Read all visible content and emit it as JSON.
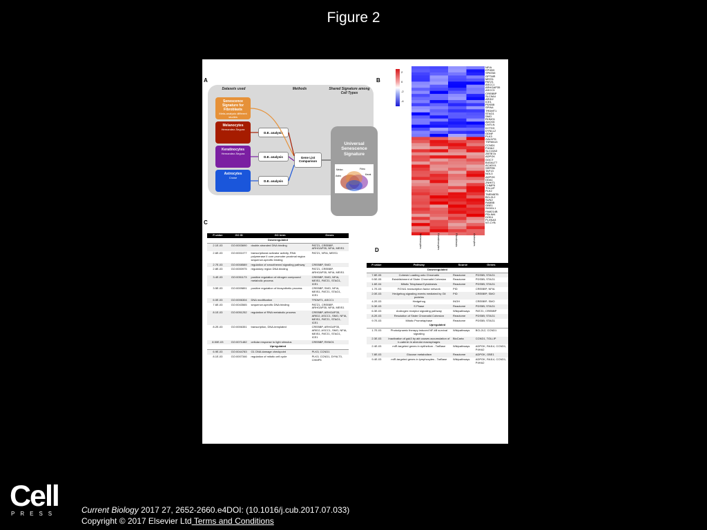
{
  "slide": {
    "title": "Figure 2",
    "citation_journal": "Current Biology",
    "citation_rest": " 2017 27, 2652-2660.e4DOI: (10.1016/j.cub.2017.07.033)",
    "copyright": "Copyright © 2017 Elsevier Ltd",
    "terms_link": " Terms and Conditions",
    "logo_text": "Cell",
    "logo_sub": "PRESS"
  },
  "panels": {
    "a": "A",
    "b": "B",
    "c": "C",
    "d": "D"
  },
  "panel_a": {
    "col_datasets": "Datasets used",
    "col_methods": "Methods",
    "col_shared": "Shared Signature among Cell Types",
    "senescence_title": "Senescence Signature for Fibroblasts",
    "senescence_sub": "Meta-analysis different studies",
    "melanocytes_title": "Melanocytes",
    "melanocytes_sub": "Hernandez-Segura",
    "keratinocytes_title": "Keratinocytes",
    "keratinocytes_sub": "Hernandez-Segura",
    "astrocytes_title": "Astrocytes",
    "astrocytes_sub": "Crowe",
    "de_analysis": "D.E. analysis",
    "gene_list": "Gene List Comparison",
    "universal": "Universal Senescence Signature",
    "venn_labels": [
      "Melan",
      "Fibro",
      "Kerat",
      "Astro"
    ],
    "colors": {
      "senescence": "#e69138",
      "melanocytes": "#a61c00",
      "keratinocytes": "#7b1fa2",
      "astrocytes": "#1a56db"
    }
  },
  "panel_b": {
    "scale_ticks": [
      "2",
      "0",
      "-2",
      "-4"
    ],
    "columns": [
      "Melanocytes",
      "Keratinocytes",
      "Fibroblasts",
      "Astrocytes"
    ],
    "genes": [
      "NFIA",
      "EPHB3",
      "SPATA6",
      "GPTMR",
      "MEIS1",
      "PATZ1",
      "ASCC1",
      "ARHGAP35",
      "ASCC3",
      "CREBBP",
      "SLC9A4",
      "ARID2",
      "ICE1",
      "PDS5B",
      "SPIN4",
      "TRDMT1",
      "STAG1",
      "SMO",
      "RHNO1",
      "ADCK5",
      "CNTLN",
      "KCTD3",
      "DYNLL2",
      "GDNF",
      "PLK3",
      "GALNT6",
      "TSPAN13",
      "CCND1",
      "P4HA2",
      "SLC10A3",
      "ZBTB7A",
      "ADPGK",
      "GGCT",
      "B4GALT7",
      "ACADVL",
      "SRPRB",
      "TAF13",
      "NOL3",
      "ADPGK",
      "DDA1",
      "ZNHIT1",
      "CHMP5",
      "TOLLIP",
      "PLK2",
      "TMEM87B",
      "BCL2L2",
      "SUN2",
      "RAB5B",
      "GBE1",
      "SH3GL1",
      "FAM214B",
      "PDLIM4",
      "DOK4",
      "PLXNA3",
      "NT-CYB"
    ]
  },
  "table_c": {
    "headers": [
      "P-value",
      "GO ID",
      "GO term",
      "Genes"
    ],
    "section_down": "Downregulated",
    "section_up": "Upregulated",
    "down": [
      [
        "2.1E-03",
        "GO:0003690",
        "double-stranded DNA binding",
        "PATZ1, CREBBP, ARHGAP35, NFIA, MEIS1"
      ],
      [
        "2.6E-03",
        "GO:0001077",
        "transcriptional activator activity, RNA polymerase II core promoter proximal region sequence-specific binding",
        "PATZ1, NFIA, MEIS1"
      ],
      [
        "2.7E-03",
        "GO:0008589",
        "regulation of smoothened signaling pathway",
        "CREBBP, SMO"
      ],
      [
        "2.8E-03",
        "GO:0000975",
        "regulatory region DNA binding",
        "PATZ1, CREBBP, ARHGAP35, NFIA, MEIS1"
      ],
      [
        "3.4E-03",
        "GO:0051173",
        "positive regulation of nitrogen compound metabolic process",
        "CREBBP, SMO, NFIA, MEIS1, PATZ1, STAG1, ICE1"
      ],
      [
        "3.5E-03",
        "GO:0009891",
        "positive regulation of biosynthetic process",
        "CREBBP, SMO, NFIA, MEIS1, PATZ1, STAG1, ICE1"
      ],
      [
        "6.0E-03",
        "GO:0006304",
        "DNA modification",
        "TRDMT1, ASCC1"
      ],
      [
        "7.6E-03",
        "GO:0043565",
        "sequence-specific DNA binding",
        "PATZ1, CREBBP, ARHGAP35, NFIA, MEIS1"
      ],
      [
        "8.1E-03",
        "GO:0051252",
        "regulation of RNA metabolic process",
        "CREBBP, ARHGAP35, ARID2, ASCC1, SMO, NFIA, MEIS1, PATZ1, STAG1, ICE1"
      ],
      [
        "8.2E-03",
        "GO:0006351",
        "transcription, DNA-templated",
        "CREBBP, ARHGAP35, ARID2, ASCC1, SMO, NFIA, MEIS1, PATZ1, STAG1, ICE1"
      ],
      [
        "8.50E-03",
        "GO:0071482",
        "cellular response to light stimulus",
        "CREBBP, RHNO1"
      ]
    ],
    "up": [
      [
        "6.9E-03",
        "GO:0044783",
        "G1 DNA damage checkpoint",
        "PLK3, CCND1"
      ],
      [
        "8.1E-03",
        "GO:0007346",
        "regulation of mitotic cell cycle",
        "PLK3, CCND1, DYNLT3, CHMP5"
      ]
    ]
  },
  "table_d": {
    "headers": [
      "P-value",
      "Pathway",
      "Source",
      "Genes"
    ],
    "section_down": "Downregulated",
    "section_up": "Upregulated",
    "down": [
      [
        "7.8E-05",
        "Cohesin Loading onto Chromatin",
        "Reactome",
        "PDS5B; STAG1"
      ],
      [
        "9.5E-05",
        "Establishment of Sister Chromatid Cohesion",
        "Reactome",
        "PDS5B; STAG1"
      ],
      [
        "1.6E-04",
        "Mitotic Telophase/Cytokinesis",
        "Reactome",
        "PDS5B; STAG1"
      ],
      [
        "1.7E-03",
        "FOXA1 transcription factor network",
        "PID",
        "CREBBP; NFIA"
      ],
      [
        "2.0E-03",
        "Hedgehog signaling events mediated by Gli proteins",
        "PID",
        "CREBBP; SMO"
      ],
      [
        "4.2E-03",
        "Hedgehog",
        "INOH",
        "CREBBP; SMO"
      ],
      [
        "5.3E-03",
        "S Phase",
        "Reactome",
        "PDS5B; STAG1"
      ],
      [
        "6.3E-03",
        "Androgen receptor signaling pathway",
        "Wikipathways",
        "PATZ1; CREBBP"
      ],
      [
        "8.2E-03",
        "Resolution of Sister Chromatid Cohesion",
        "Reactome",
        "PDS5B; STAG1"
      ],
      [
        "9.7E-03",
        "Mitotic Prometaphase",
        "Reactome",
        "PDS5B; STAG1"
      ]
    ],
    "up": [
      [
        "1.7E-03",
        "Photodynamic therapy-induced NF-kB survival signaling",
        "Wikipathways",
        "BCL2L2, CCND1"
      ],
      [
        "2.3E-03",
        "Inactivation of gsk3 by akt causes accumulation of b-catenin in alveolar macrophages",
        "BioCarta",
        "CCND1, TOLLIP"
      ],
      [
        "2.4E-03",
        "miR-targeted genes in epithelium - TarBase",
        "Wikipathways",
        "ADPGK, RAI14, CCND1, P4HA2"
      ],
      [
        "7.8E-03",
        "Glucose metabolism",
        "Reactome",
        "ADPGK, GBE1"
      ],
      [
        "9.4E-03",
        "miR-targeted genes in lymphocytes - TarBase",
        "Wikipathways",
        "ADPGK, RAI14, CCND1, P4HA2"
      ]
    ]
  }
}
